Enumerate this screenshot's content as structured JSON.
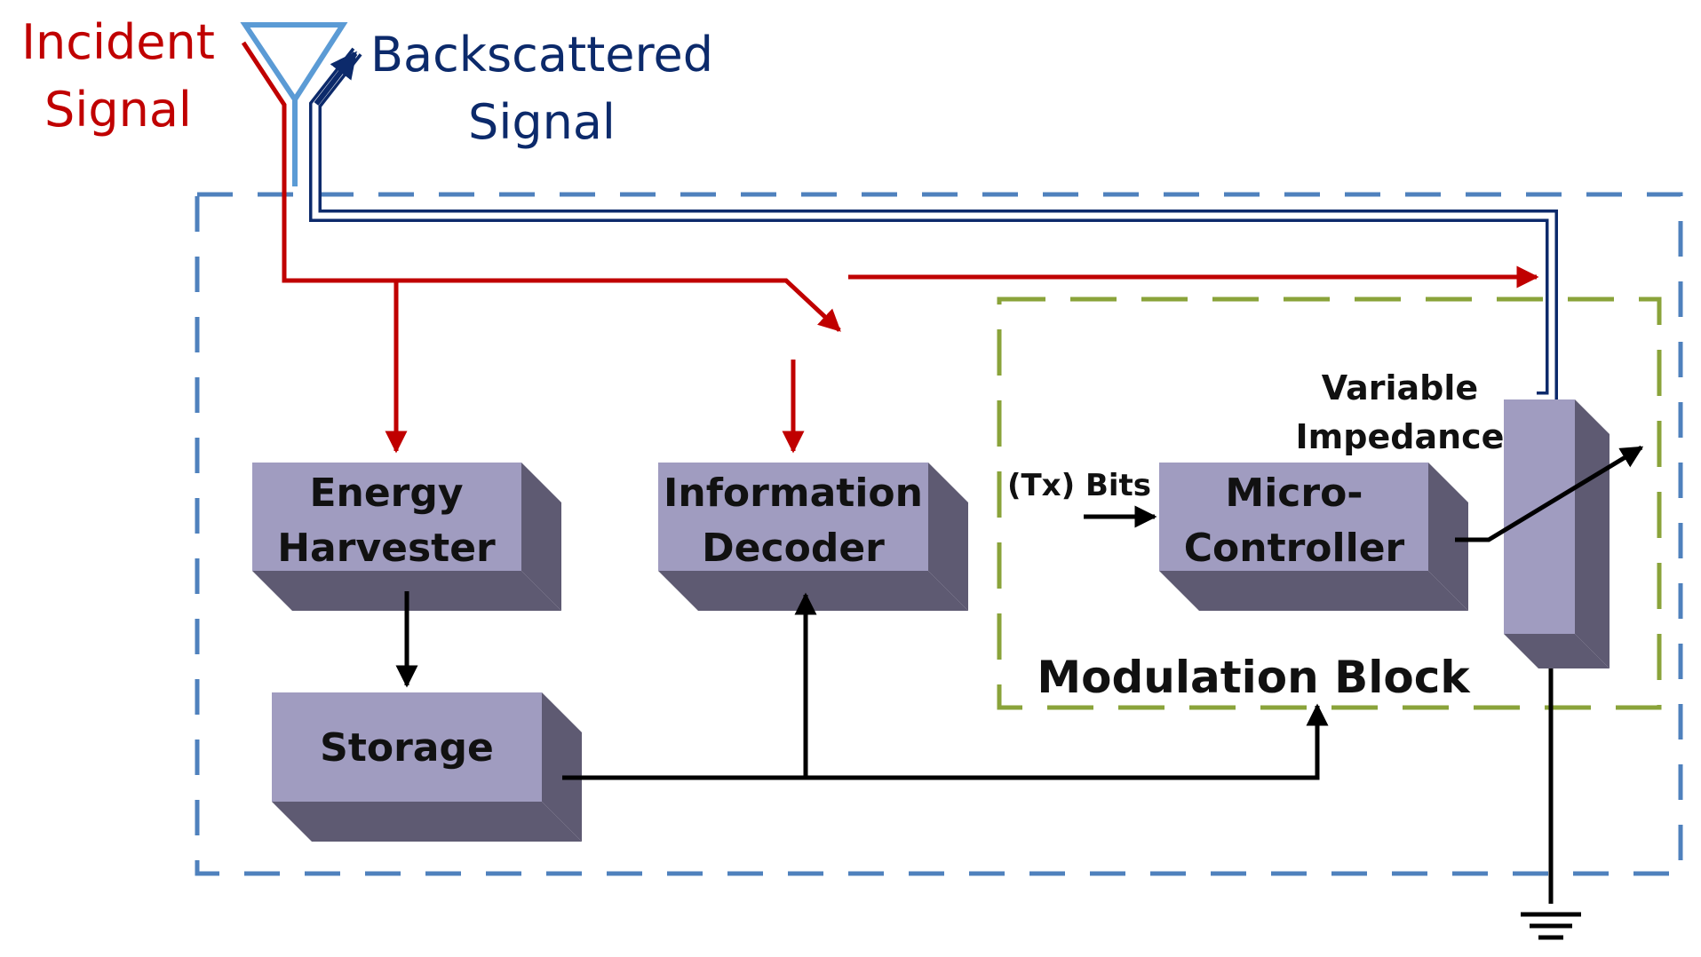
{
  "signals": {
    "incident_line1": "Incident",
    "incident_line2": "Signal",
    "backscattered_line1": "Backscattered",
    "backscattered_line2": "Signal"
  },
  "blocks": {
    "energy_harvester_line1": "Energy",
    "energy_harvester_line2": "Harvester",
    "information_decoder_line1": "Information",
    "information_decoder_line2": "Decoder",
    "storage": "Storage",
    "micro_controller_line1": "Micro-",
    "micro_controller_line2": "Controller"
  },
  "labels": {
    "variable_impedance_line1": "Variable",
    "variable_impedance_line2": "Impedance",
    "tx_bits": "(Tx) Bits",
    "modulation_block": "Modulation Block"
  },
  "colors": {
    "incident": "#c00000",
    "backscattered": "#0c2a6b",
    "antenna": "#5b9bd5",
    "outer_border": "#4f81bd",
    "modulation_border": "#8aa33a",
    "block_face": "#a09cc0",
    "block_side": "#5e5a72"
  }
}
